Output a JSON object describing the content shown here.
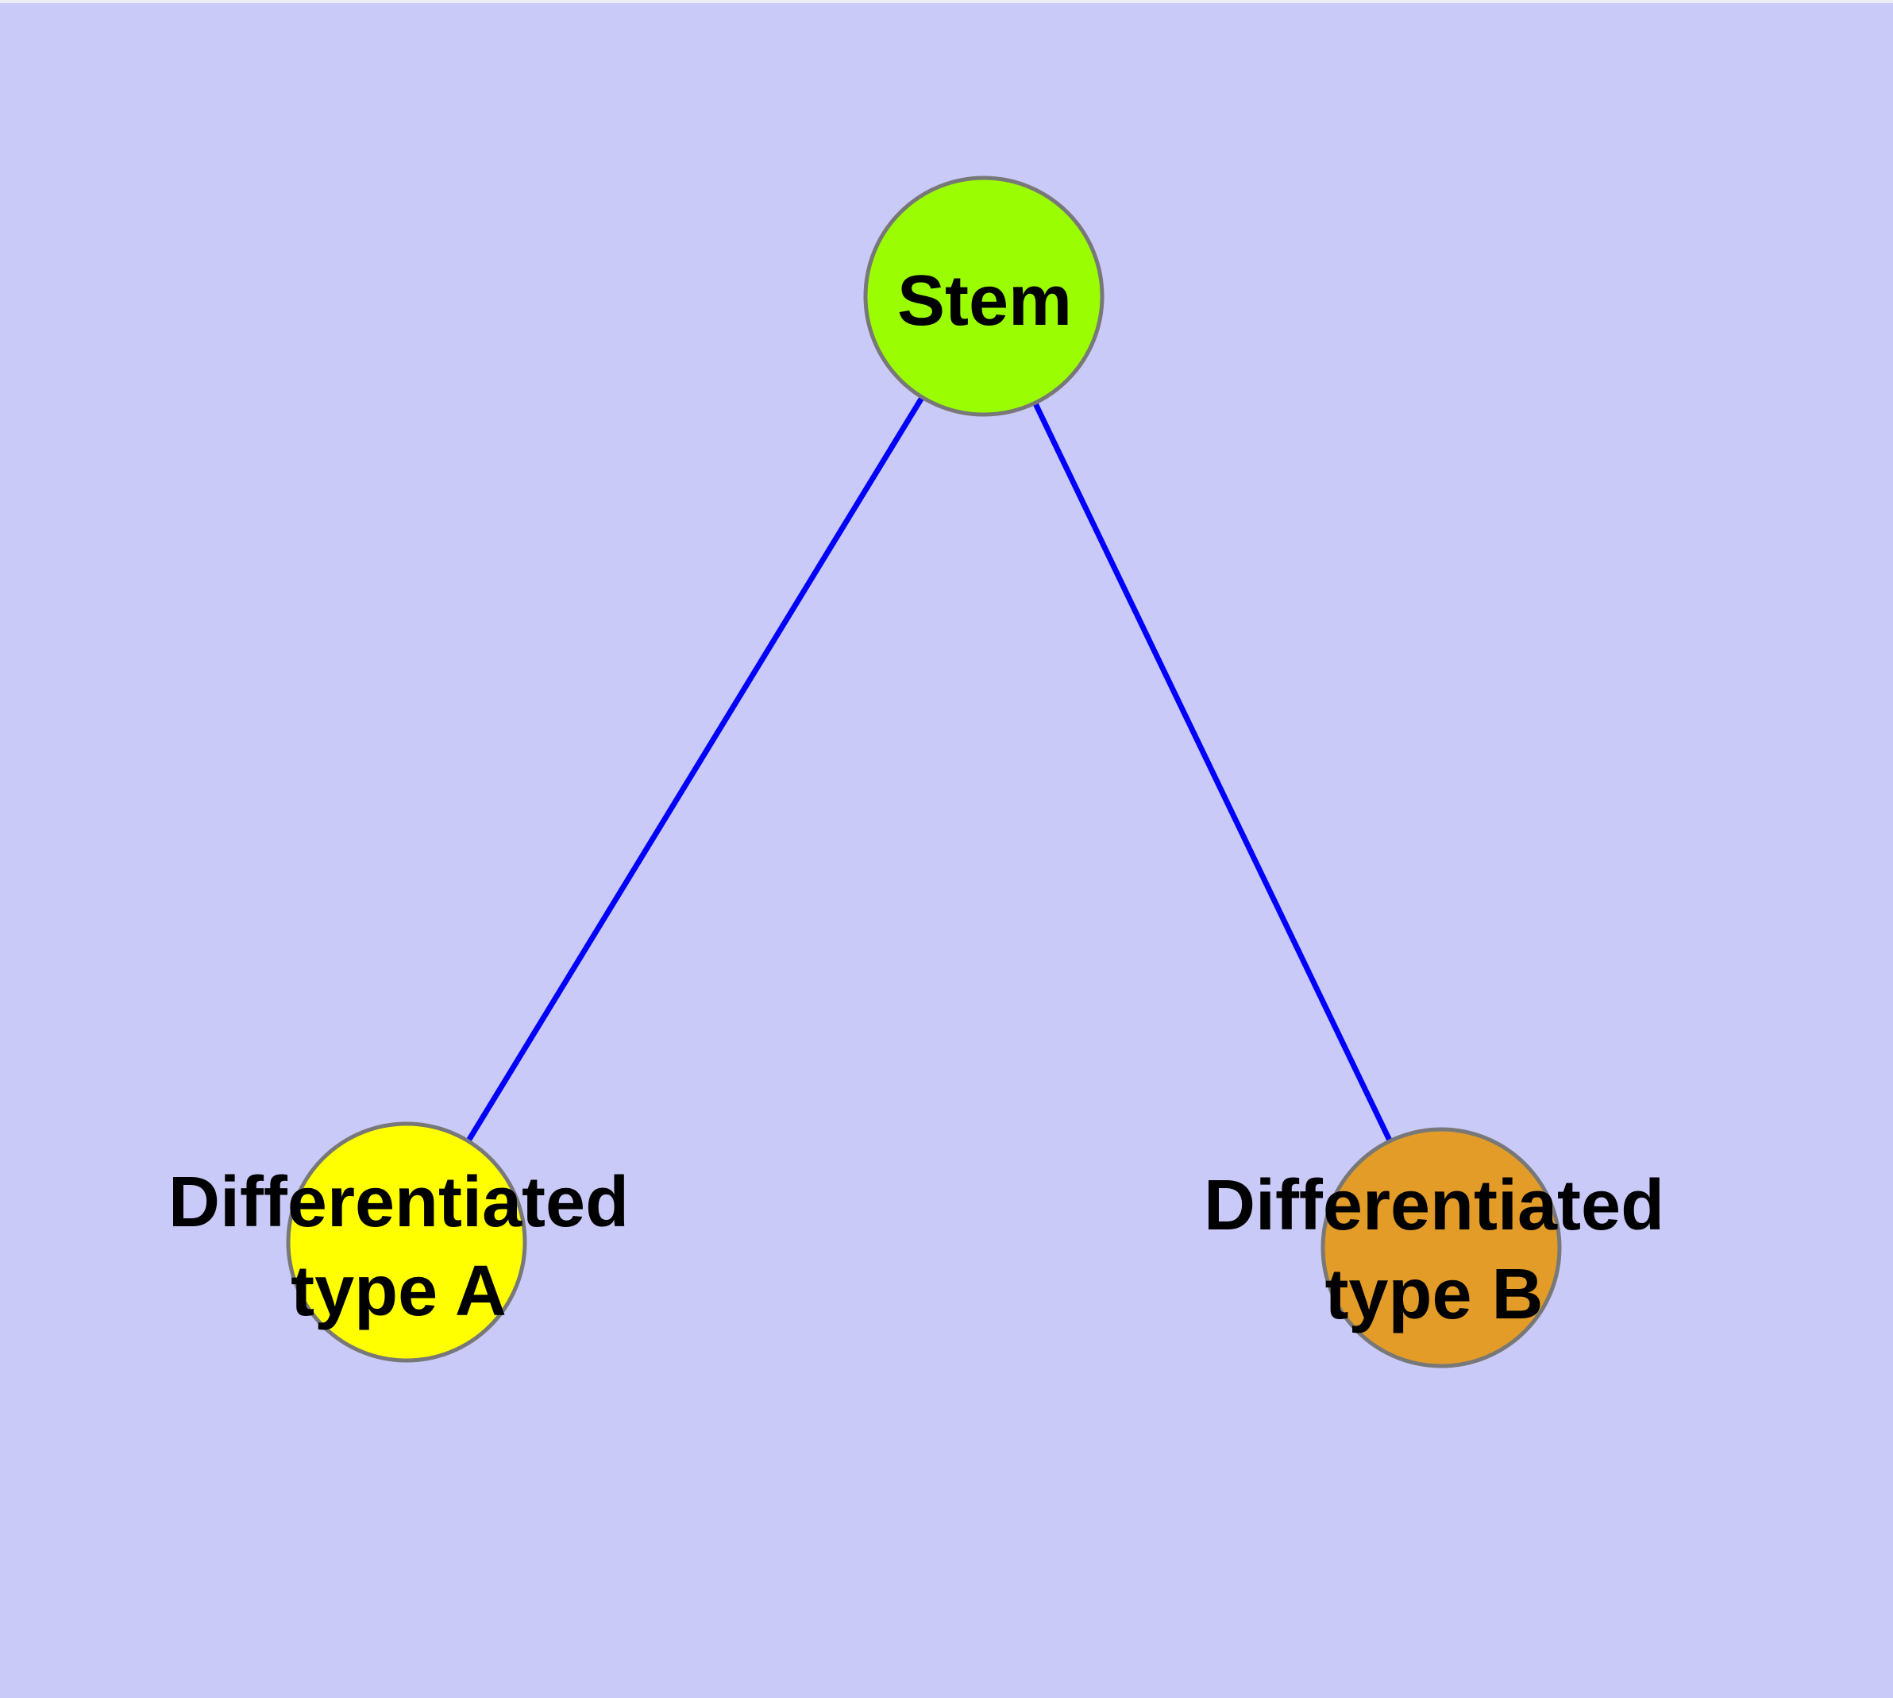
{
  "diagram": {
    "type": "node-link-graph",
    "background_color": "#CACAF8",
    "top_strip_color": "#EDEDF9",
    "edge_color": "#0000FB",
    "node_border_color": "#787878",
    "label_color": "#000000",
    "nodes": [
      {
        "id": "stem",
        "label": "Stem",
        "label_lines": [
          "Stem"
        ],
        "fill": "#9BFD02"
      },
      {
        "id": "differentiated-type-a",
        "label": "Differentiated type A",
        "label_lines": [
          "Differentiated",
          "type A"
        ],
        "fill": "#FFFF00"
      },
      {
        "id": "differentiated-type-b",
        "label": "Differentiated type B",
        "label_lines": [
          "Differentiated",
          "type B"
        ],
        "fill": "#E39C28"
      }
    ],
    "edges": [
      {
        "from": "Stem",
        "to": "Differentiated type A"
      },
      {
        "from": "Stem",
        "to": "Differentiated type B"
      }
    ]
  }
}
